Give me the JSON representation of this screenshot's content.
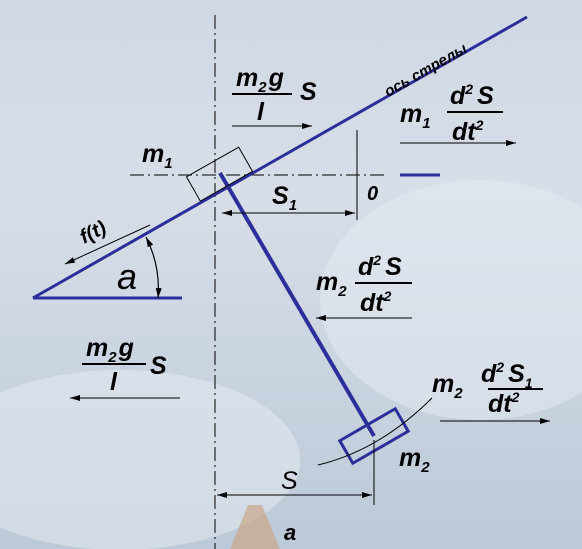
{
  "labels": {
    "axis_name": "ось стрелы",
    "m1": "m",
    "m1_sub": "1",
    "m2_sub": "2",
    "m": "m",
    "g": "g",
    "l": "l",
    "S": "S",
    "S1": "S",
    "S1_sub": "1",
    "zero": "0",
    "ft": "f(t)",
    "alpha": "a",
    "a_bottom": "a",
    "d2": "d",
    "sup2": "2",
    "dt2": "dt",
    "m2_label": "m",
    "m2_label_sub": "2"
  },
  "colors": {
    "boom": "#2b2f9a",
    "line": "#000000"
  }
}
